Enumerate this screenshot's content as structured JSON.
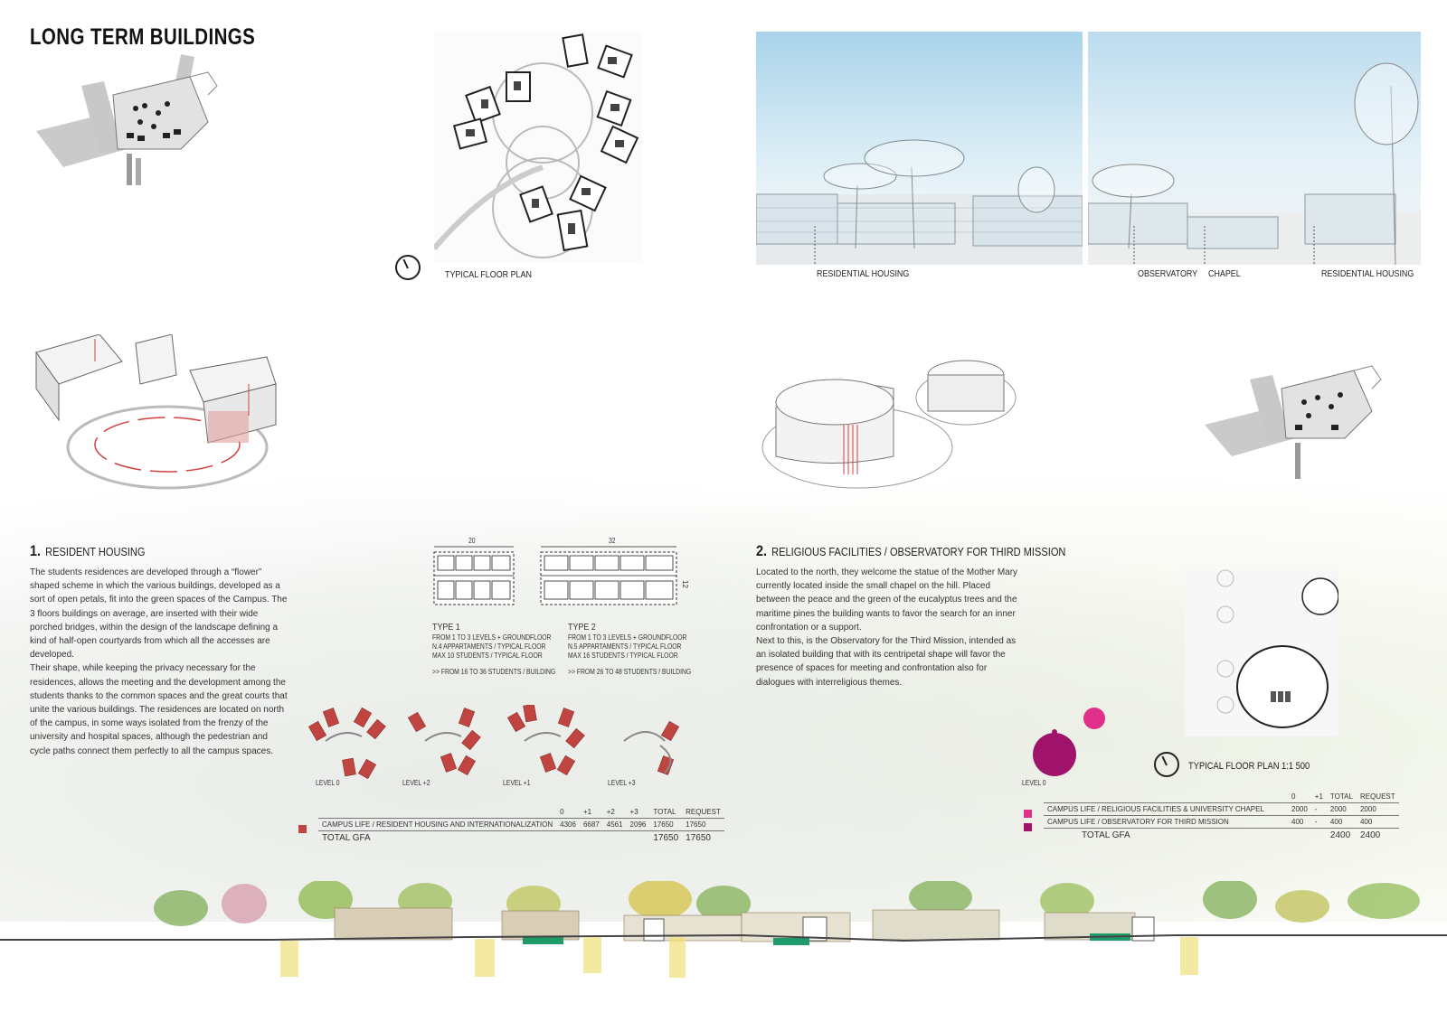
{
  "title": "LONG TERM BUILDINGS",
  "captions": {
    "typical_floor_plan": "TYPICAL FLOOR PLAN",
    "render1_residential": "RESIDENTIAL HOUSING",
    "render2_observatory": "OBSERVATORY",
    "render2_chapel": "CHAPEL",
    "render2_residential": "RESIDENTIAL HOUSING",
    "typical_floor_plan_2": "TYPICAL FLOOR PLAN 1:1 500"
  },
  "section1": {
    "number": "1.",
    "heading": "RESIDENT HOUSING",
    "body": "The students residences are developed through a “flower” shaped scheme in which the various buildings, developed as a sort of open petals, fit into the green spaces of the Campus. The 3 floors buildings on average, are inserted with their wide porched bridges, within the design of the landscape defining a kind of half-open courtyards from which all the accesses are developed.\nTheir shape, while keeping the privacy necessary for the residences, allows the meeting and the development among the students thanks to the common spaces and the great courts that unite the various buildings. The residences are located on north of the campus, in some ways isolated from the frenzy of the university and hospital spaces, although the pedestrian and cycle paths connect them perfectly to all the campus spaces."
  },
  "section2": {
    "number": "2.",
    "heading": "RELIGIOUS FACILITIES / OBSERVATORY FOR THIRD MISSION",
    "body": "Located to the north, they welcome the statue of the Mother Mary currently located inside the small chapel on the hill. Placed between the peace and the green of the eucalyptus trees and the maritime pines the building wants to favor the search for an inner confrontation or a support.\nNext to this, is the Observatory for the Third Mission, intended as an isolated building that with its centripetal shape will favor the presence of spaces for meeting and confrontation also for dialogues with interreligious themes."
  },
  "types": {
    "type1": {
      "dim": "20",
      "name": "TYPE 1",
      "line1": "FROM 1 TO 3 LEVELS + GROUNDFLOOR",
      "line2": "N.4 APPARTAMENTS / TYPICAL FLOOR",
      "line3": "MAX 10 STUDENTS / TYPICAL FLOOR",
      "line4": ">> FROM 16 TO 36 STUDENTS / BUILDING"
    },
    "type2": {
      "dim": "32",
      "side_dim": "12",
      "name": "TYPE 2",
      "line1": "FROM 1 TO 3 LEVELS + GROUNDFLOOR",
      "line2": "N.5 APPARTAMENTS / TYPICAL FLOOR",
      "line3": "MAX 16 STUDENTS / TYPICAL FLOOR",
      "line4": ">> FROM 26 TO 48 STUDENTS / BUILDING"
    }
  },
  "levels1": [
    "LEVEL 0",
    "LEVEL +2",
    "LEVEL +1",
    "LEVEL +3"
  ],
  "level2": "LEVEL 0",
  "table1": {
    "headers": [
      "0",
      "+1",
      "+2",
      "+3",
      "TOTAL",
      "REQUEST"
    ],
    "row": {
      "label": "CAMPUS LIFE / RESIDENT HOUSING AND INTERNATIONALIZATION",
      "values": [
        "4306",
        "6687",
        "4561",
        "2096",
        "17650",
        "17650"
      ]
    },
    "total_label": "TOTAL GFA",
    "total_values": [
      "17650",
      "17650"
    ]
  },
  "table2": {
    "headers": [
      "0",
      "+1",
      "TOTAL",
      "REQUEST"
    ],
    "rows": [
      {
        "label": "CAMPUS LIFE / RELIGIOUS FACILITIES & UNIVERSITY CHAPEL",
        "values": [
          "2000",
          "-",
          "2000",
          "2000"
        ]
      },
      {
        "label": "CAMPUS LIFE / OBSERVATORY FOR THIRD MISSION",
        "values": [
          "400",
          "-",
          "400",
          "400"
        ]
      }
    ],
    "total_label": "TOTAL GFA",
    "total_values": [
      "2400",
      "2400"
    ]
  },
  "colors": {
    "housing_red": "#c0443f",
    "chapel_pink": "#e0308a",
    "observatory_purple": "#a0136a",
    "sky_blue": "#a9d3ea"
  }
}
